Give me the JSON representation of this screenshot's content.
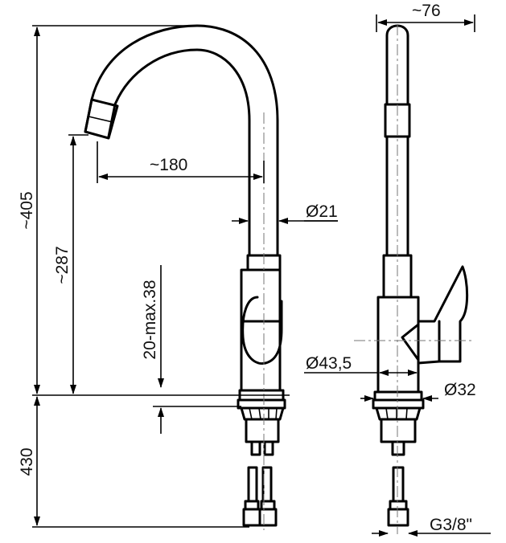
{
  "dimensions": {
    "top_width": "~76",
    "total_height": "~405",
    "spout_height": "~287",
    "spout_reach": "~180",
    "spout_diameter": "Ø21",
    "body_diameter": "Ø43,5",
    "base_diameter": "Ø32",
    "counter_thickness": "20-max.38",
    "hose_length": "430",
    "thread": "G3/8\""
  },
  "colors": {
    "line": "#000000",
    "background": "#ffffff"
  }
}
